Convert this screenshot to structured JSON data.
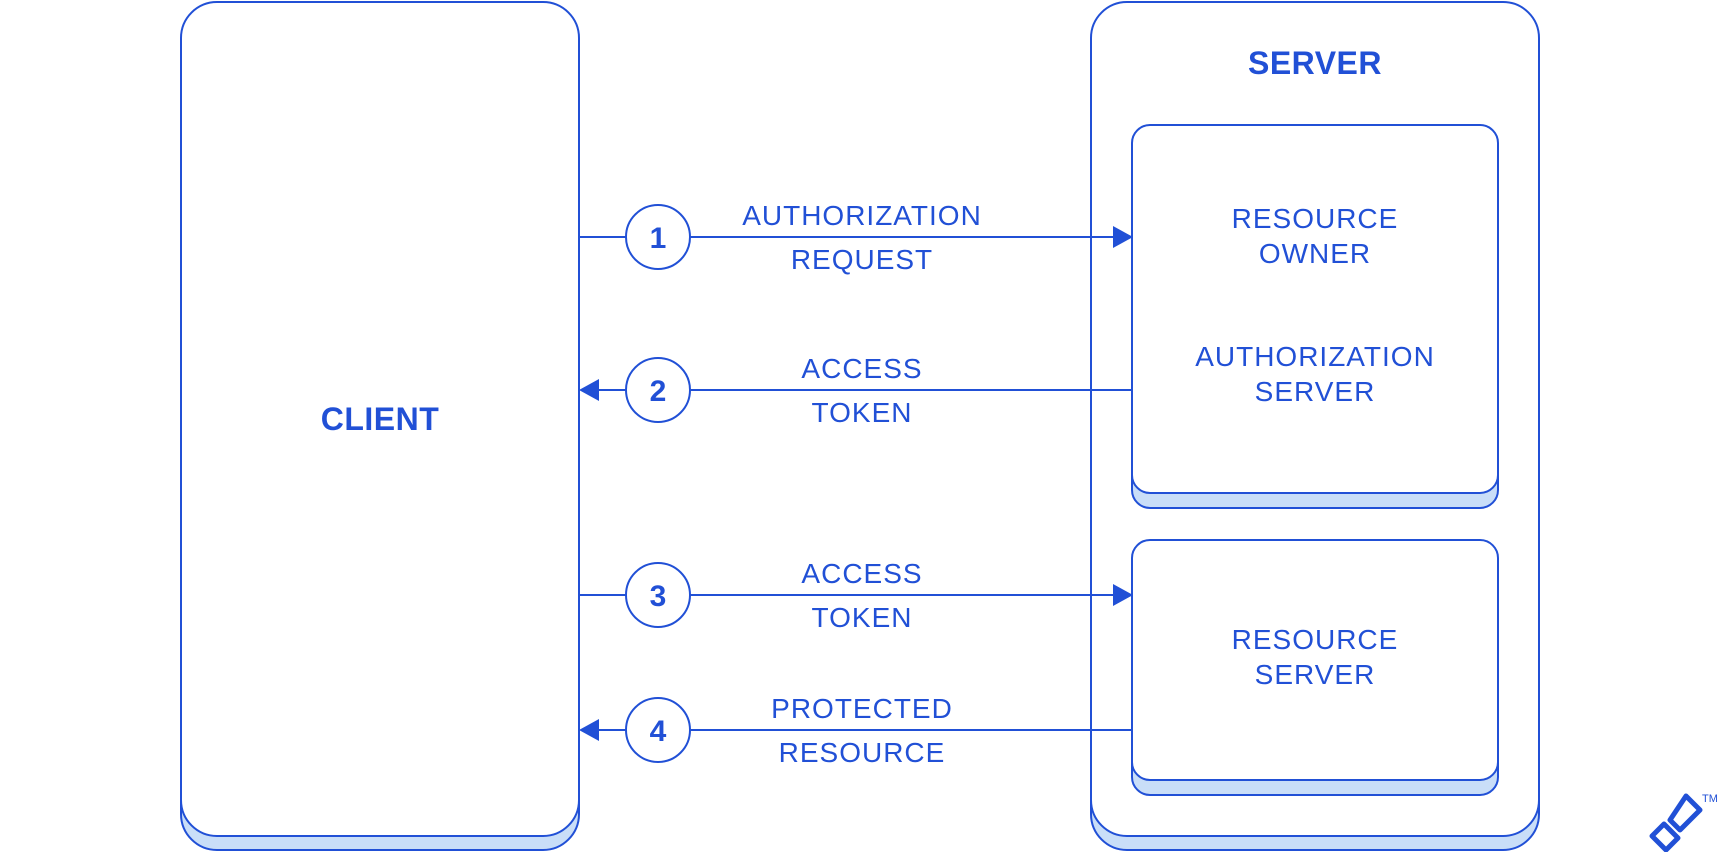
{
  "client": {
    "label": "CLIENT"
  },
  "server": {
    "label": "SERVER",
    "auth_box": {
      "line1": "RESOURCE",
      "line2": "OWNER",
      "line3": "AUTHORIZATION",
      "line4": "SERVER"
    },
    "resource_box": {
      "line1": "RESOURCE",
      "line2": "SERVER"
    }
  },
  "steps": [
    {
      "number": "1",
      "line1": "AUTHORIZATION",
      "line2": "REQUEST",
      "direction": "to-server"
    },
    {
      "number": "2",
      "line1": "ACCESS",
      "line2": "TOKEN",
      "direction": "to-client"
    },
    {
      "number": "3",
      "line1": "ACCESS",
      "line2": "TOKEN",
      "direction": "to-server"
    },
    {
      "number": "4",
      "line1": "PROTECTED",
      "line2": "RESOURCE",
      "direction": "to-client"
    }
  ],
  "brand": {
    "trademark": "TM"
  },
  "colors": {
    "accent": "#2150d6",
    "shadow": "#c9def8"
  }
}
